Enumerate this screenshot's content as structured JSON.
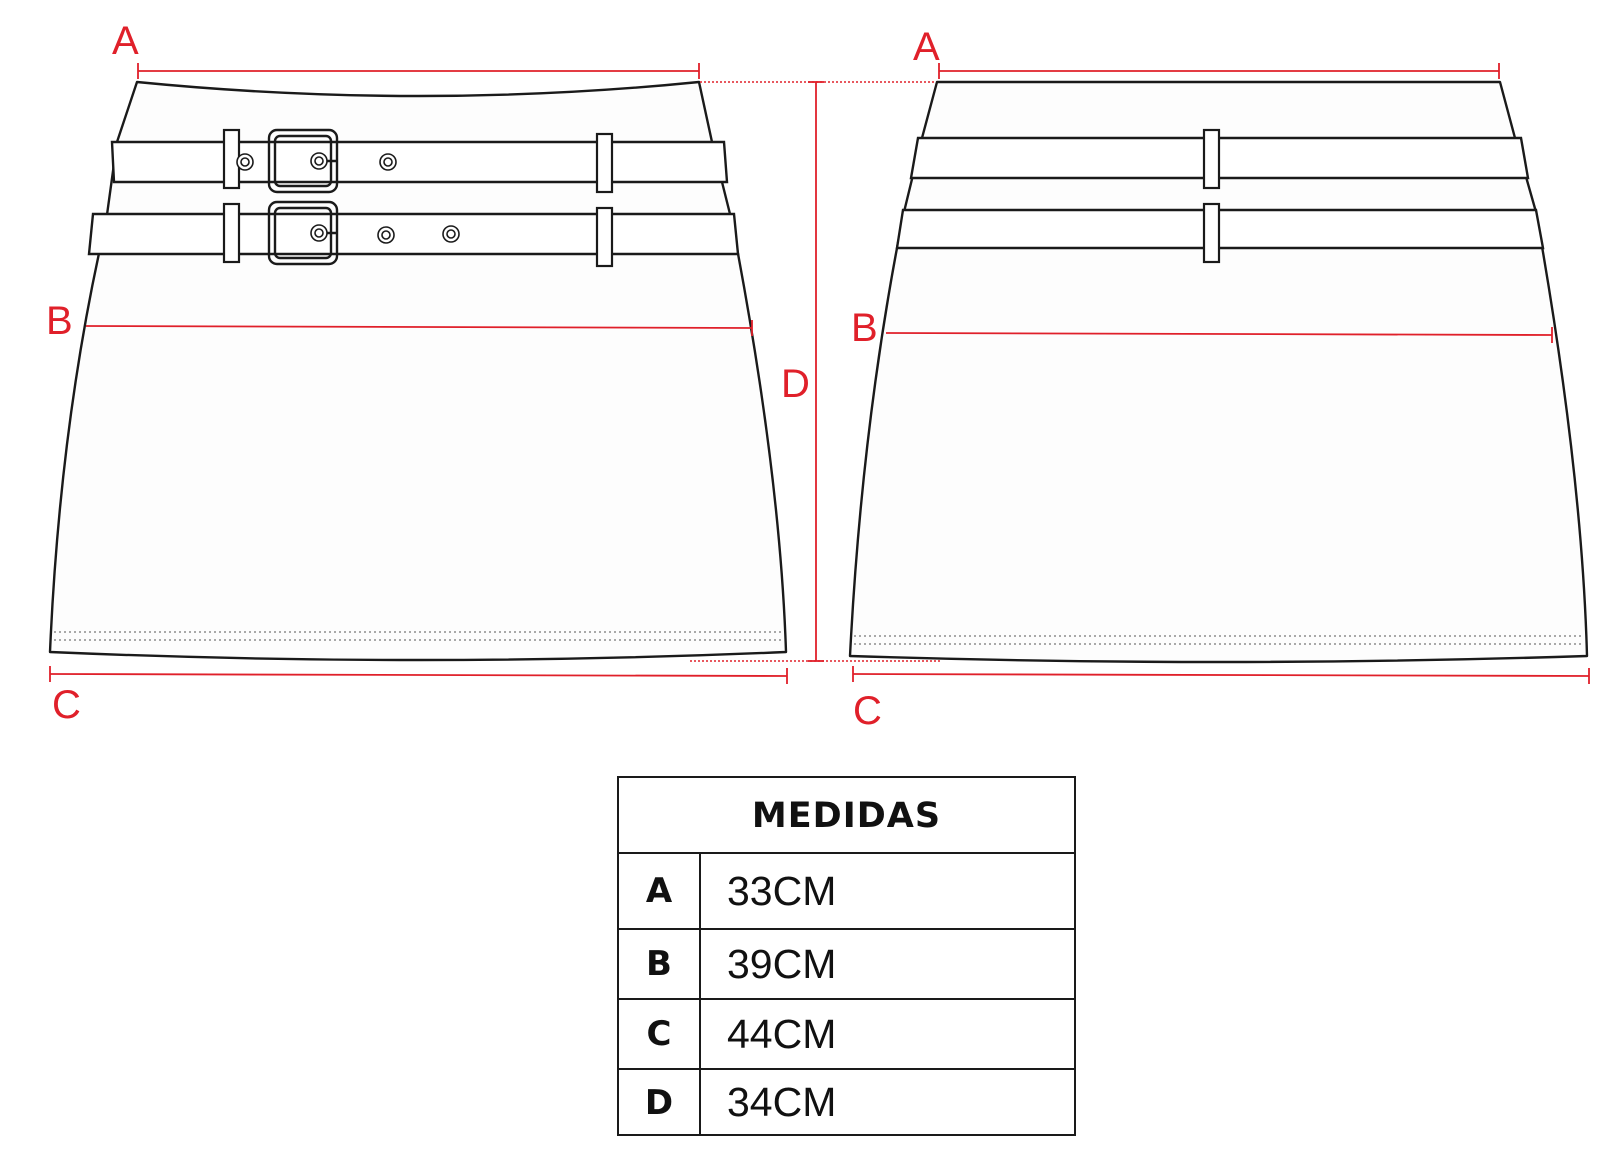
{
  "measure_color": "#e0202a",
  "front_view": {
    "labels": {
      "a": "A",
      "b": "B",
      "c": "C",
      "d": "D"
    }
  },
  "back_view": {
    "labels": {
      "a": "A",
      "b": "B",
      "c": "C"
    }
  },
  "table": {
    "title": "MEDIDAS",
    "rows": [
      {
        "key": "A",
        "value": "33CM"
      },
      {
        "key": "B",
        "value": "39CM"
      },
      {
        "key": "C",
        "value": "44CM"
      },
      {
        "key": "D",
        "value": "34CM"
      }
    ]
  }
}
